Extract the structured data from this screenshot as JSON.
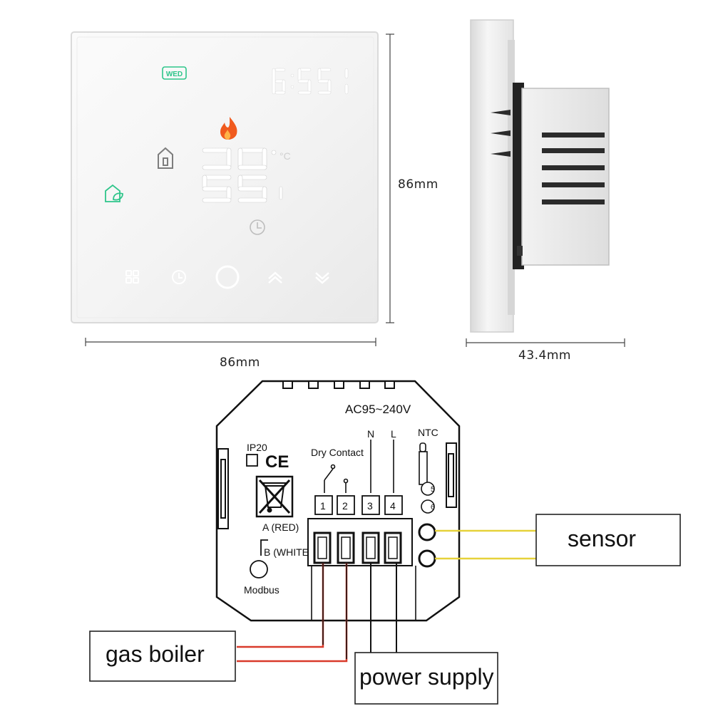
{
  "front_view": {
    "day": "WED",
    "width_label": "86mm",
    "height_label": "86mm",
    "temp_unit": "°C"
  },
  "side_view": {
    "depth_label": "43.4mm"
  },
  "wiring": {
    "voltage": "AC95~240V",
    "n_label": "N",
    "l_label": "L",
    "ntc_label": "NTC",
    "ip_label": "IP20",
    "ce_label": "CE",
    "dry_contact": "Dry Contact",
    "terminals": [
      "1",
      "2",
      "3",
      "4"
    ],
    "sensor_pins": [
      "5",
      "6"
    ],
    "a_label": "A (RED)",
    "b_label": "B (WHITE)",
    "modbus": "Modbus",
    "sensor_box": "sensor",
    "boiler_box": "gas boiler",
    "power_box": "power supply"
  },
  "colors": {
    "accent_green": "#2ec58a",
    "flame_orange": "#f05a1e",
    "wire_red": "#d93a2b",
    "wire_yellow": "#e6d23a"
  }
}
